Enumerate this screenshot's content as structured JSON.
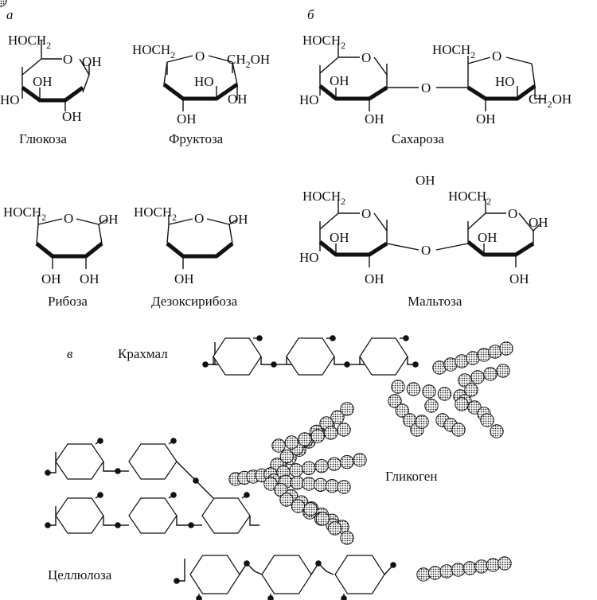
{
  "panels": {
    "a": "а",
    "b": "б",
    "v": "в"
  },
  "names": {
    "glucose": "Глюкоза",
    "fructose": "Фруктоза",
    "ribose": "Рибоза",
    "deoxyribose": "Дезоксирибоза",
    "sucrose": "Сахароза",
    "maltose": "Мальтоза",
    "starch": "Крахмал",
    "glycogen": "Гликоген",
    "cellulose": "Целлюлоза"
  },
  "groups": {
    "hoch": "HOCH",
    "sub2": "2",
    "ch": "CH",
    "oh": "OH",
    "ho": "HO",
    "ho_ring": "HO",
    "o": "O"
  },
  "colors": {
    "ink": "#111111",
    "bead": "#9a9a9a",
    "background": "#ffffff"
  }
}
